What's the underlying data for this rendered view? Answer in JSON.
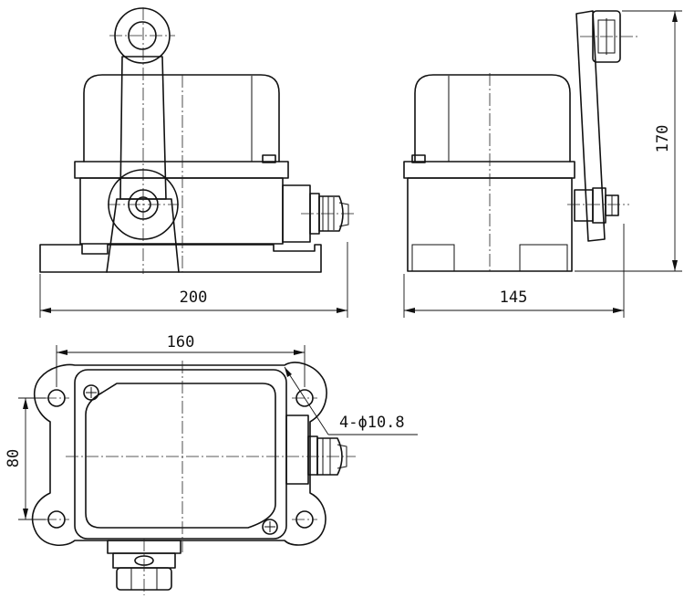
{
  "dimensions": {
    "front_width": "200",
    "side_width": "145",
    "side_height": "170",
    "top_width": "160",
    "top_height": "80",
    "hole_spec": "4-ϕ10.8"
  },
  "colors": {
    "line": "#111111",
    "background": "#ffffff"
  }
}
